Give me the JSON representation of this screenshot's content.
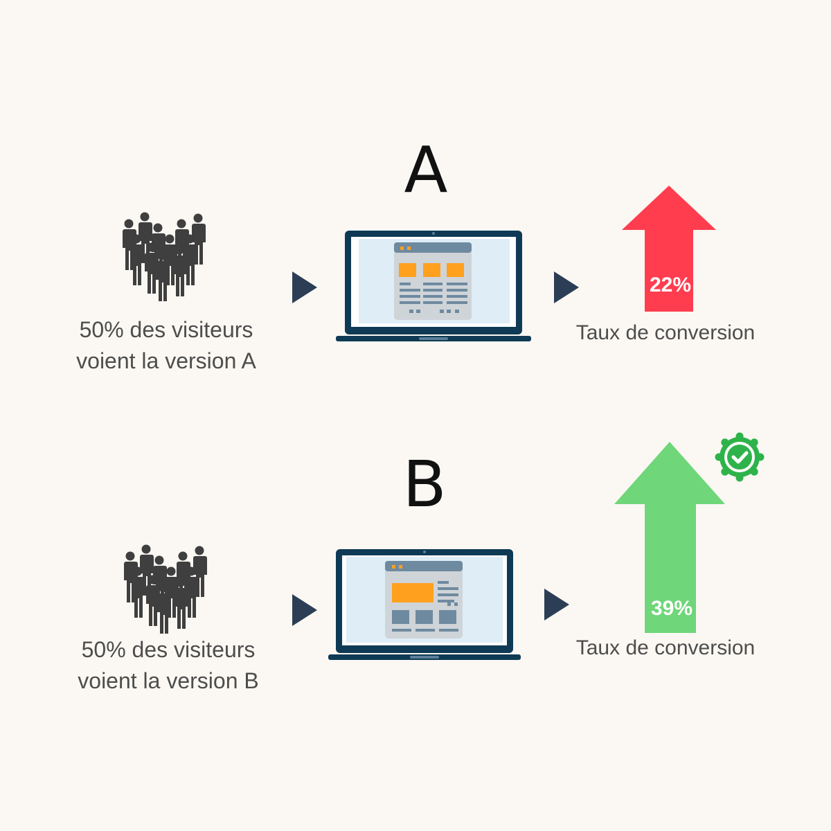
{
  "variants": [
    {
      "letter": "A",
      "visitors_line1": "50% des visiteurs",
      "visitors_line2": "voient la version A",
      "conversion_rate": "22%",
      "conversion_label": "Taux de conversion",
      "arrow_color": "#ff3d4f"
    },
    {
      "letter": "B",
      "visitors_line1": "50% des visiteurs",
      "visitors_line2": "voient la version B",
      "conversion_rate": "39%",
      "conversion_label": "Taux de conversion",
      "arrow_color": "#6fd67a",
      "winner_badge": "check-badge"
    }
  ],
  "colors": {
    "background": "#fbf8f3",
    "people": "#3f3f3f",
    "laptop_frame": "#0e3a55",
    "screen": "#deedf6",
    "page_panel": "#cfd4d8",
    "page_header": "#6e8aa0",
    "block_orange": "#ffa01e",
    "text_lines": "#6e8aa0",
    "pointer_triangle": "#2c3e55",
    "badge_green": "#2eb34a"
  },
  "icons": {
    "people": "crowd-icon",
    "laptop": "laptop-icon",
    "pointer": "play-triangle-icon",
    "arrow": "up-arrow-icon",
    "badge": "check-badge-icon"
  }
}
